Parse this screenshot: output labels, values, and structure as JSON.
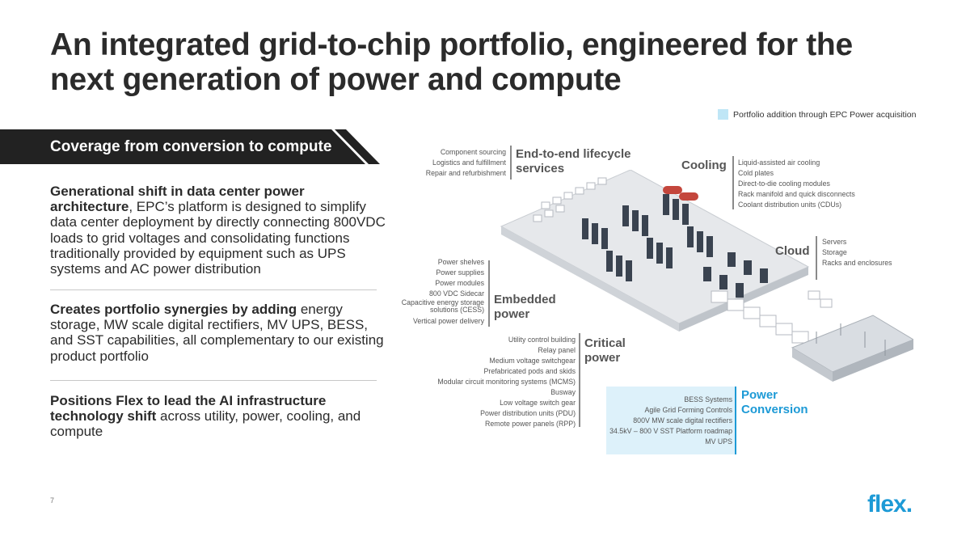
{
  "title": "An integrated grid-to-chip portfolio, engineered for the next generation of power and compute",
  "legend": {
    "text": "Portfolio addition through EPC Power acquisition",
    "color": "#bfe6f6"
  },
  "banner": {
    "label": "Coverage from conversion to compute",
    "color": "#222222"
  },
  "paragraphs": [
    {
      "bold": "Generational shift in data center power architecture",
      "text": ", EPC’s platform is designed to simplify data center deployment by directly connecting 800VDC loads to grid voltages and consolidating functions traditionally provided by equipment such as UPS systems and AC power distribution"
    },
    {
      "bold": "Creates portfolio synergies by adding",
      "text": " energy storage, MW scale digital rectifiers, MV UPS, BESS, and SST capabilities, all complementary to our existing product portfolio"
    },
    {
      "bold": "Positions Flex to lead the AI infrastructure technology shift",
      "text": " across utility, power, cooling, and compute"
    }
  ],
  "page_number": "7",
  "logo": "flex.",
  "accent_color": "#1d9ad6",
  "categories": {
    "lifecycle": {
      "title": "End-to-end lifecycle services",
      "items": [
        "Component sourcing",
        "Logistics and fulfillment",
        "Repair and refurbishment"
      ]
    },
    "cooling": {
      "title": "Cooling",
      "items": [
        "Liquid-assisted air cooling",
        "Cold plates",
        "Direct-to-die cooling modules",
        "Rack manifold and quick disconnects",
        "Coolant distribution units (CDUs)"
      ]
    },
    "cloud": {
      "title": "Cloud",
      "items": [
        "Servers",
        "Storage",
        "Racks and enclosures"
      ]
    },
    "embedded": {
      "title": "Embedded power",
      "items": [
        "Power shelves",
        "Power supplies",
        "Power modules",
        "800 VDC Sidecar",
        "Capacitive energy storage solutions (CESS)",
        "Vertical power delivery"
      ]
    },
    "critical": {
      "title": "Critical power",
      "items": [
        "Utility control building",
        "Relay panel",
        "Medium voltage switchgear",
        "Prefabricated pods and skids",
        "Modular circuit monitoring systems (MCMS)",
        "Busway",
        "Low voltage switch gear",
        "Power distribution units (PDU)",
        "Remote power panels (RPP)"
      ]
    },
    "conversion": {
      "title": "Power Conversion",
      "items": [
        "BESS Systems",
        "Agile Grid Forming Controls",
        "800V MW scale digital rectifiers",
        "34.5kV – 800 V SST Platform roadmap",
        "MV UPS"
      ]
    }
  }
}
